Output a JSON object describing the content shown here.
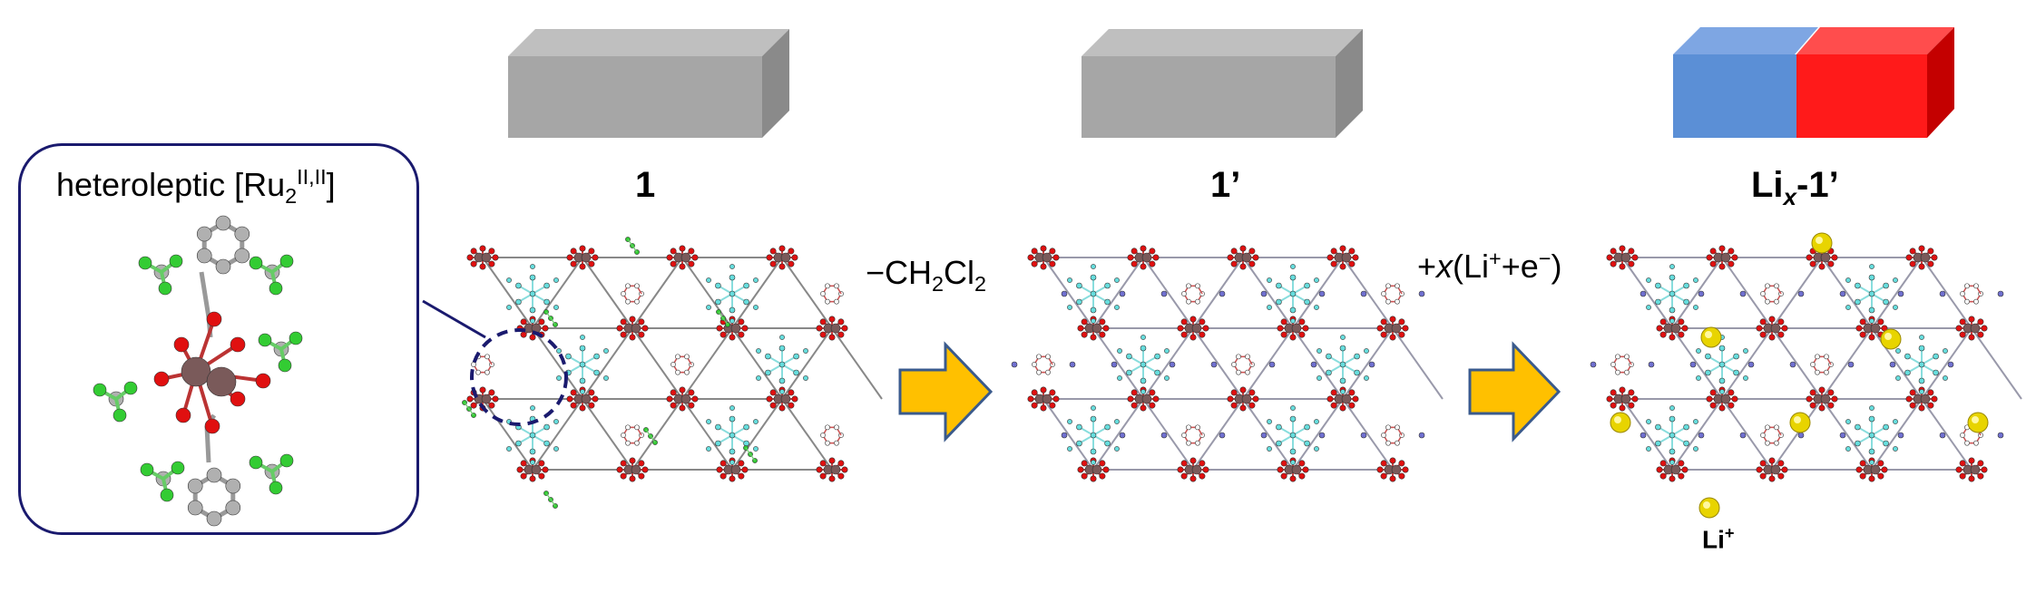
{
  "inset": {
    "title_prefix": "heteroleptic [Ru",
    "title_sub": "2",
    "title_sup": "II,II",
    "title_suffix": "]"
  },
  "stages": [
    {
      "label": "1"
    },
    {
      "label": "1’"
    },
    {
      "label_main": "Li",
      "label_sub": "x",
      "label_suffix": "-1’"
    }
  ],
  "arrows": [
    {
      "prefix": "−CH",
      "sub1": "2",
      "mid": "Cl",
      "sub2": "2"
    },
    {
      "prefix": "+",
      "italic": "x",
      "open": "(Li",
      "sup1": "+",
      "plus": "+e",
      "sup2": "−",
      "close": ")"
    }
  ],
  "ion_label": {
    "text": "Li",
    "sup": "+"
  },
  "colors": {
    "box_gray_front": "#a6a6a6",
    "box_gray_top": "#bfbfbf",
    "box_gray_side": "#8a8a8a",
    "box_blue": "#5b8fd6",
    "box_red": "#ff1a1a",
    "arrow_fill": "#ffc000",
    "arrow_stroke": "#3a5a8c",
    "inset_border": "#1a1a6e",
    "atom_red": "#e01010",
    "atom_gray": "#b0b0b0",
    "atom_green": "#33cc33",
    "atom_cyan": "#66dddd",
    "atom_ru": "#7a5a5a",
    "atom_li": "#e8d400",
    "atom_blue": "#7070d0"
  }
}
